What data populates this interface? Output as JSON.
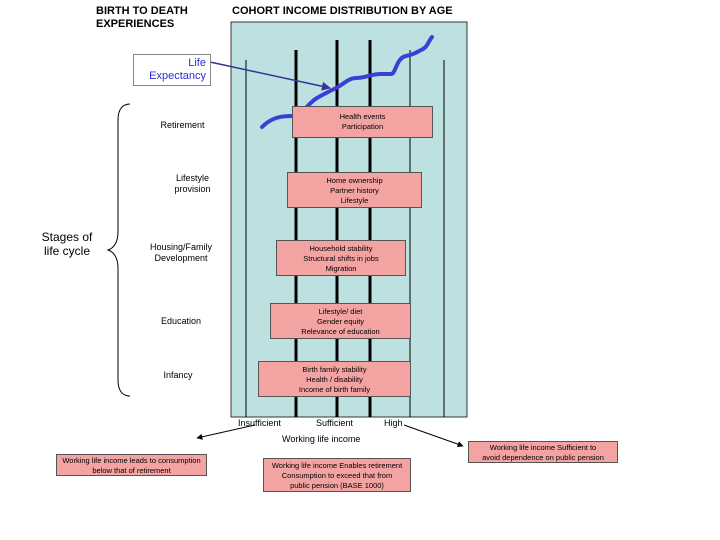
{
  "header": {
    "left_title_line1": "BIRTH TO DEATH",
    "left_title_line2": "EXPERIENCES",
    "right_title": "COHORT INCOME DISTRIBUTION BY AGE"
  },
  "life_expectancy": {
    "line1": "Life",
    "line2": "Expectancy"
  },
  "stages_label": {
    "line1": "Stages of",
    "line2": "life cycle"
  },
  "stages": {
    "retirement": "Retirement",
    "lifestyle_line1": "Lifestyle",
    "lifestyle_line2": "provision",
    "housing_line1": "Housing/Family",
    "housing_line2": "Development",
    "education": "Education",
    "infancy": "Infancy"
  },
  "boxes": {
    "retirement": [
      "Health events",
      "Participation"
    ],
    "lifestyle": [
      "Home ownership",
      "Partner history",
      "Lifestyle"
    ],
    "housing": [
      "Household  stability",
      "Structural shifts in jobs",
      "Migration"
    ],
    "education": [
      "Lifestyle/ diet",
      "Gender equity",
      "Relevance of education"
    ],
    "infancy": [
      "Birth family stability",
      "Health / disability",
      "Income of birth family"
    ]
  },
  "axis": {
    "insufficient": "Insufficient",
    "sufficient": "Sufficient",
    "high": "High",
    "working_life_income": "Working life income"
  },
  "outcomes": {
    "left": [
      "Working life income leads to consumption",
      "below that of retirement"
    ],
    "middle": [
      "Working life income Enables retirement",
      "Consumption to exceed that from",
      "public pension (BASE 1000)"
    ],
    "right": [
      "Working life income Sufficient to",
      "avoid dependence on public pension"
    ]
  },
  "colors": {
    "panel": "#bde0e0",
    "box": "#f4a3a3",
    "curve": "#3a3fd6"
  }
}
